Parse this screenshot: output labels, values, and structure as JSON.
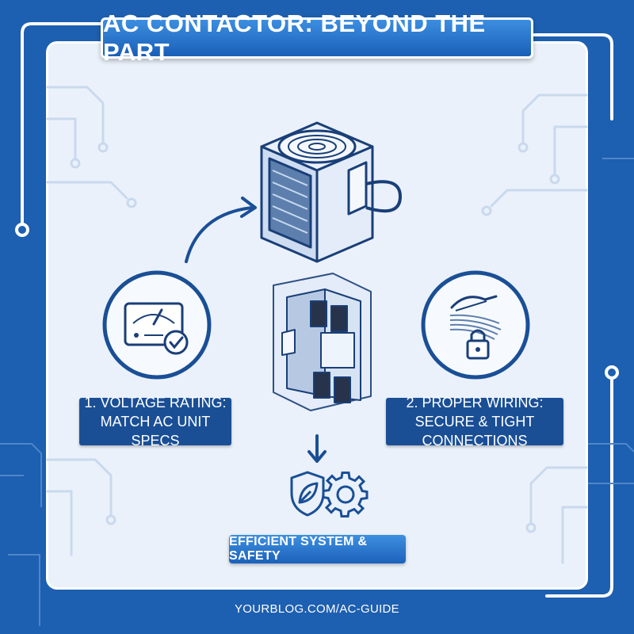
{
  "title": "AC CONTACTOR: BEYOND THE PART",
  "steps": [
    {
      "line1": "1. VOLTAGE RATING:",
      "line2": "MATCH AC UNIT SPECS",
      "icon": "voltmeter-check-icon"
    },
    {
      "line1": "2. PROPER WIRING:",
      "line2": "SECURE & TIGHT CONNECTIONS",
      "icon": "wiring-lock-icon"
    }
  ],
  "result": {
    "label": "EFFICIENT SYSTEM & SAFETY",
    "icons": [
      "shield-leaf-icon",
      "gear-icon"
    ]
  },
  "footer": {
    "url": "YOURBLOG.COM/AC-GUIDE"
  },
  "colors": {
    "background": "#1d5fb0",
    "panel": "#eaf1fa",
    "accent": "#1a5fb8",
    "label": "#1a4f96",
    "circuit": "#c9d9ee"
  }
}
